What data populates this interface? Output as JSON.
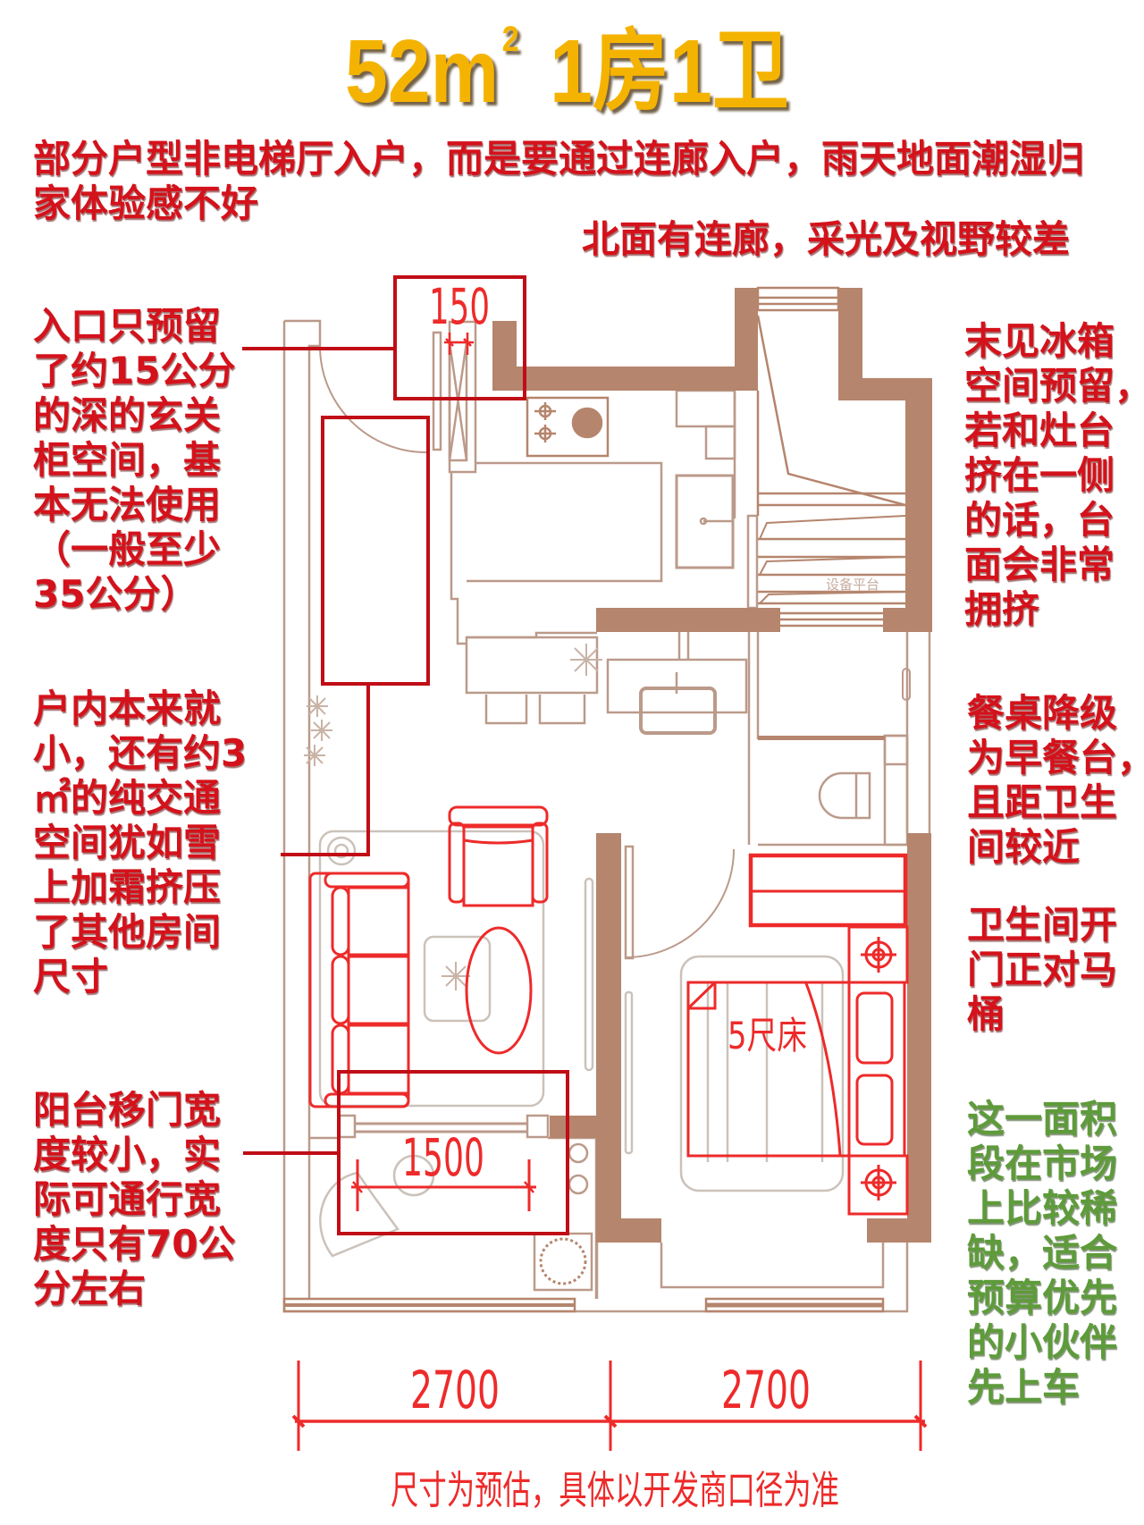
{
  "title": {
    "area_number": "52",
    "unit": "m",
    "unit_superscript": "2",
    "layout": "1房1卫"
  },
  "header_notes": {
    "entry_corridor": [
      "部分户型非电梯厅入户，而是要通过连廊入户，雨天地面潮湿归",
      "家体验感不好"
    ],
    "north_corridor": "北面有连廊，采光及视野较差"
  },
  "annotations": {
    "entry_cabinet": [
      "入口只预留",
      "了约15公分",
      "的深的玄关",
      "柜空间，基",
      "本无法使用",
      "（一般至少",
      "35公分）"
    ],
    "circulation_space": [
      "户内本来就",
      "小，还有约3",
      "㎡的纯交通",
      "空间犹如雪",
      "上加霜挤压",
      "了其他房间",
      "尺寸"
    ],
    "balcony_door": [
      "阳台移门宽",
      "度较小，实",
      "际可通行宽",
      "度只有70公",
      "分左右"
    ],
    "fridge_space": [
      "末见冰箱",
      "空间预留，",
      "若和灶台",
      "挤在一侧",
      "的话，台",
      "面会非常",
      "拥挤"
    ],
    "dining_table": [
      "餐桌降级",
      "为早餐台，",
      "且距卫生",
      "间较近"
    ],
    "bathroom_door": [
      "卫生间开",
      "门正对马",
      "桶"
    ],
    "market_summary": [
      "这一面积",
      "段在市场",
      "上比较稀",
      "缺，适合",
      "预算优先",
      "的小伙伴",
      "先上车"
    ]
  },
  "floorplan": {
    "room_labels": {
      "equipment_platform": "设备平台",
      "bed_size": "5尺床"
    },
    "dimensions": {
      "entry_cabinet_depth": "150",
      "balcony_door_width": "1500",
      "width_left": "2700",
      "width_right": "2700"
    },
    "disclaimer": "尺寸为预估，具体以开发商口径为准"
  },
  "colors": {
    "title": "#f5b301",
    "annotation_red": "#d4121b",
    "annotation_green": "#5e9b3b",
    "wall": "#b5856d",
    "plan_line": "#bb9a8a",
    "markup_red": "#ee2a2a",
    "callout_red": "#c00d16"
  }
}
